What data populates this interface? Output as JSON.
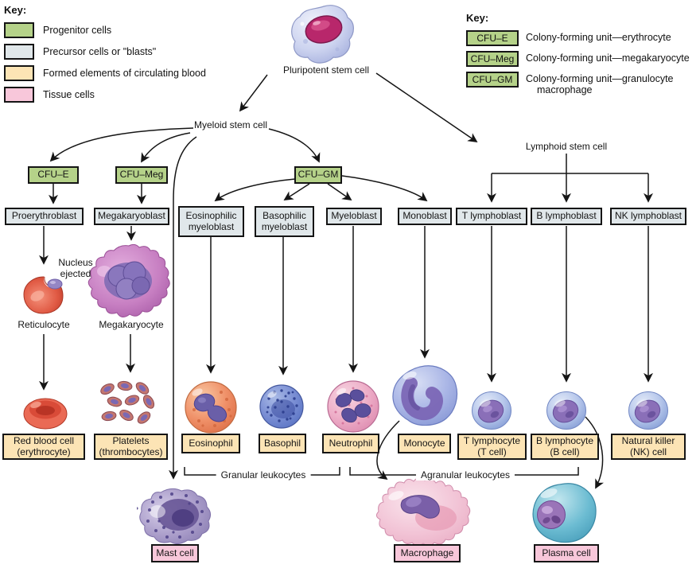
{
  "palette": {
    "progenitor_green": "#b5d289",
    "precursor_gray_blue": "#e0e7ea",
    "formed_tan": "#fce4b5",
    "tissue_pink": "#f8c7da",
    "line_black": "#151515"
  },
  "key_left": {
    "title": "Key:",
    "items": [
      {
        "label": "Progenitor cells"
      },
      {
        "label": "Precursor cells or \"blasts\""
      },
      {
        "label": "Formed elements of circulating blood"
      },
      {
        "label": "Tissue cells"
      }
    ]
  },
  "key_right": {
    "title": "Key:",
    "items": [
      {
        "abbr": "CFU–E",
        "label": "Colony-forming unit—erythrocyte"
      },
      {
        "abbr": "CFU–Meg",
        "label": "Colony-forming unit—megakaryocyte"
      },
      {
        "abbr": "CFU–GM",
        "label": "Colony-forming unit—granulocyte macrophage"
      }
    ]
  },
  "stem_cells": {
    "pluripotent": "Pluripotent stem cell",
    "myeloid": "Myeloid stem cell",
    "lymphoid": "Lymphoid stem cell"
  },
  "progenitors": [
    {
      "label": "CFU–E"
    },
    {
      "label": "CFU–Meg"
    },
    {
      "label": "CFU–GM"
    }
  ],
  "blasts": [
    {
      "label": "Proerythroblast"
    },
    {
      "label": "Megakaryoblast"
    },
    {
      "label": "Eosinophilic myeloblast"
    },
    {
      "label": "Basophilic myeloblast"
    },
    {
      "label": "Myeloblast"
    },
    {
      "label": "Monoblast"
    },
    {
      "label": "T lymphoblast"
    },
    {
      "label": "B lymphoblast"
    },
    {
      "label": "NK lymphoblast"
    }
  ],
  "intermediates": {
    "nucleus_ejected": "Nucleus ejected",
    "reticulocyte": "Reticulocyte",
    "megakaryocyte": "Megakaryocyte"
  },
  "formed_elements": [
    {
      "label": "Red blood cell (erythrocyte)"
    },
    {
      "label": "Platelets (thrombocytes)"
    },
    {
      "label": "Eosinophil"
    },
    {
      "label": "Basophil"
    },
    {
      "label": "Neutrophil"
    },
    {
      "label": "Monocyte"
    },
    {
      "label": "T lymphocyte (T cell)"
    },
    {
      "label": "B lymphocyte (B cell)"
    },
    {
      "label": "Natural killer (NK) cell"
    }
  ],
  "groups": {
    "granular": "Granular leukocytes",
    "agranular": "Agranular leukocytes"
  },
  "tissue_cells": [
    {
      "label": "Mast cell"
    },
    {
      "label": "Macrophage"
    },
    {
      "label": "Plasma cell"
    }
  ]
}
